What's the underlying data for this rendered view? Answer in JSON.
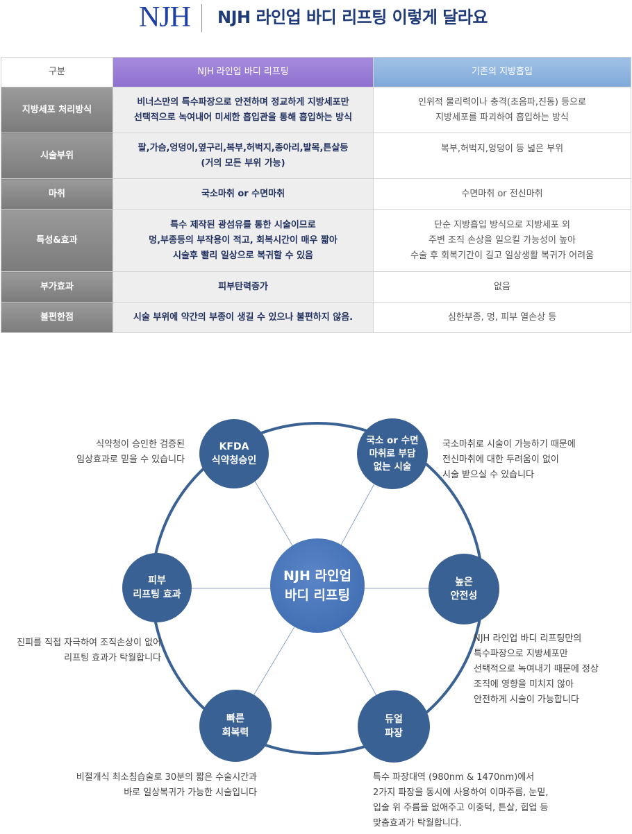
{
  "header": {
    "logo": "NJH",
    "title": "NJH 라인업 바디 리프팅 이렇게 달라요"
  },
  "table": {
    "columns": [
      "구분",
      "NJH 라인업 바디 리프팅",
      "기존의 지방흡입"
    ],
    "rows": [
      {
        "label": "지방세포 처리방식",
        "njh": "비너스만의 특수파장으로 안전하며 정교하게 지방세포만\n선택적으로 녹여내어 미세한 흡입관을 통해 흡입하는 방식",
        "existing": "인위적 물리력이나 충격(초음파,진동) 등으로\n지방세포를 파괴하여 흡입하는 방식"
      },
      {
        "label": "시술부위",
        "njh": "팔,가슴,엉덩이,옆구리,복부,허벅지,종아리,발목,튼살등\n(거의 모든 부위 가능)",
        "existing": "복부,허벅지,엉덩이 등 넓은 부위"
      },
      {
        "label": "마취",
        "njh": "국소마취 or 수면마취",
        "existing": "수면마취 or 전신마취"
      },
      {
        "label": "특성&효과",
        "njh": "특수 제작된 광섬유를 통한 시술이므로\n멍,부종등의 부작용이 적고, 회복시간이 매우 짧아\n시술후 빨리 일상으로 복귀할 수 있음",
        "existing": "단순 지방흡입 방식으로 지방세포 외\n주변 조직 손상을 일으킬 가능성이 높아\n수술 후 회복기간이 길고 일상생활 복귀가 어려움"
      },
      {
        "label": "부가효과",
        "njh": "피부탄력증가",
        "existing": "없음"
      },
      {
        "label": "불편한점",
        "njh": "시술 부위에 약간의 부종이 생길 수 있으나 불편하지 않음.",
        "existing": "심한부종, 멍, 피부 열손상 등"
      }
    ]
  },
  "diagram": {
    "center": "NJH 라인업\n바디 리프팅",
    "nodes": {
      "kfda": "KFDA\n식약청승인",
      "anesthesia": "국소 or 수면\n마취로 부담\n없는 시술",
      "safety": "높은\n안전성",
      "dual": "듀얼\n파장",
      "recovery": "빠른\n회복력",
      "skin": "피부\n리프팅 효과"
    },
    "descriptions": {
      "kfda": "식약청이 승인한 검증된\n임상효과로 믿을 수 있습니다",
      "anesthesia": "국소마취로 시술이 가능하기 때문에\n전신마취에 대한 두려움이 없이\n시술 받으실 수 있습니다",
      "safety": "NJH 라인업 바디 리프팅만의\n특수파장으로 지방세포만\n선택적으로 녹여내기 때문에 정상\n조직에 영향을 미치지 않아\n안전하게 시술이 가능합니다",
      "dual": "특수 파장대역 (980nm & 1470nm)에서\n2가지 파장을 동시에 사용하여 이마주름, 눈밑,\n입술 위 주름을 없애주고 이중턱, 튼살, 힙업 등\n맞춤효과가 탁월합니다.",
      "recovery": "비절개식 최소침습술로 30분의 짧은 수술시간과\n바로 일상복귀가 가능한 시술입니다",
      "skin": "진피를 직접 자극하여 조직손상이 없어\n리프팅 효과가 탁월합니다"
    }
  },
  "colors": {
    "brand_blue": "#1e3fa3",
    "title_navy": "#1e3a78",
    "njh_purple": "#9a7dd6",
    "existing_blue": "#8fb5e0",
    "node_blue": "#3a6194",
    "ring_blue": "#3a6194"
  }
}
